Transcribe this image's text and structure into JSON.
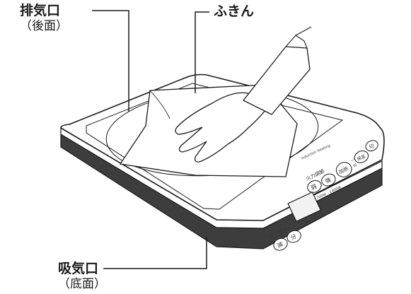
{
  "callouts": {
    "exhaust": {
      "label": "排気口",
      "note": "（後面）"
    },
    "cloth": {
      "label": "ふきん"
    },
    "intake": {
      "label": "吸気口",
      "note": "（底面）"
    }
  },
  "control_panel": {
    "brand_text": "Induction Heating",
    "power_group_label": "火力調節",
    "power_low_button": "弱",
    "power_high_button": "強",
    "heat_button": "加熱",
    "heat_side_labels": [
      "一時",
      "切"
    ],
    "temperature_button": "保温",
    "power_scale": [
      "700W",
      "1400W"
    ],
    "timer_label": "タイマー",
    "timer_minus_button": "減",
    "timer_minute_button": "分",
    "power_off_button": "切"
  },
  "colors": {
    "line": "#1a1a1a",
    "body_fill": "#ffffff",
    "base_shade": "#3d3d3d",
    "display_fill": "#f2f2f2"
  }
}
